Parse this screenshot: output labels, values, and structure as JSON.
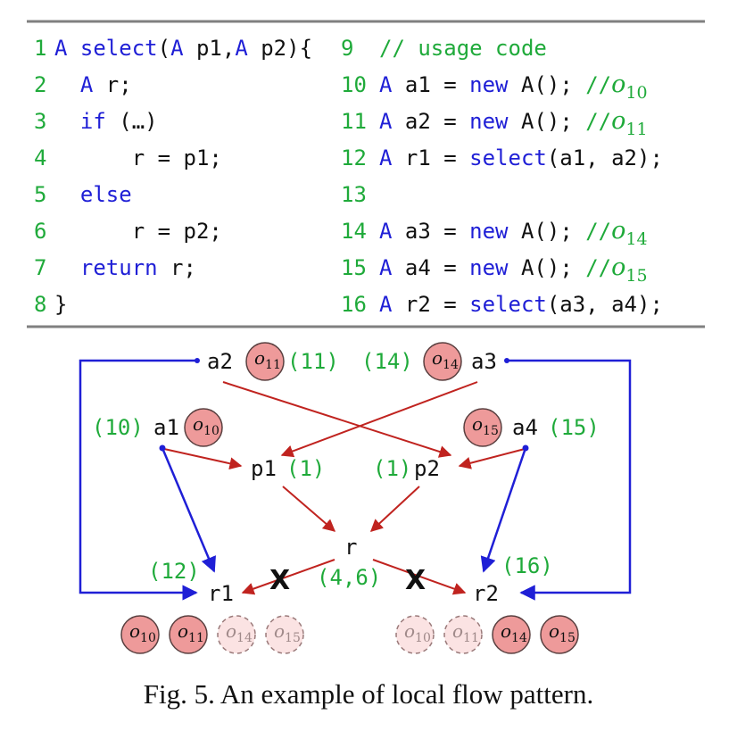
{
  "caption": "Fig. 5.  An example of local flow pattern.",
  "colors": {
    "keyword": "#1f1fd6",
    "line_number": "#1faa3a",
    "comment": "#1faa3a",
    "text": "#111111",
    "red_arrow": "#c0231f",
    "blue_arrow": "#1f1fd6",
    "object_fill": "#ee9a9a",
    "object_faded_fill": "#fbe3e3"
  },
  "code": {
    "left": [
      {
        "num": "1",
        "tokens": [
          {
            "t": "A",
            "c": "kw"
          },
          {
            "t": " "
          },
          {
            "t": "select",
            "c": "kw"
          },
          {
            "t": "("
          },
          {
            "t": "A",
            "c": "kw"
          },
          {
            "t": " p1,"
          },
          {
            "t": "A",
            "c": "kw"
          },
          {
            "t": " p2){"
          }
        ]
      },
      {
        "num": "2",
        "tokens": [
          {
            "t": "  "
          },
          {
            "t": "A",
            "c": "kw"
          },
          {
            "t": " r;"
          }
        ]
      },
      {
        "num": "3",
        "tokens": [
          {
            "t": "  "
          },
          {
            "t": "if",
            "c": "kw"
          },
          {
            "t": " (…)"
          }
        ]
      },
      {
        "num": "4",
        "tokens": [
          {
            "t": "      r = p1;"
          }
        ]
      },
      {
        "num": "5",
        "tokens": [
          {
            "t": "  "
          },
          {
            "t": "else",
            "c": "kw"
          }
        ]
      },
      {
        "num": "6",
        "tokens": [
          {
            "t": "      r = p2;"
          }
        ]
      },
      {
        "num": "7",
        "tokens": [
          {
            "t": "  "
          },
          {
            "t": "return",
            "c": "kw"
          },
          {
            "t": " r;"
          }
        ]
      },
      {
        "num": "8",
        "tokens": [
          {
            "t": "}"
          }
        ]
      }
    ],
    "right": [
      {
        "num": "9",
        "tokens": [
          {
            "t": "// usage code",
            "c": "cm"
          }
        ]
      },
      {
        "num": "10",
        "tokens": [
          {
            "t": "A",
            "c": "kw"
          },
          {
            "t": " a1 = "
          },
          {
            "t": "new",
            "c": "kw"
          },
          {
            "t": " A(); "
          },
          {
            "t": "//",
            "c": "cm"
          }
        ],
        "obj": {
          "base": "o",
          "sub": "10"
        }
      },
      {
        "num": "11",
        "tokens": [
          {
            "t": "A",
            "c": "kw"
          },
          {
            "t": " a2 = "
          },
          {
            "t": "new",
            "c": "kw"
          },
          {
            "t": " A(); "
          },
          {
            "t": "//",
            "c": "cm"
          }
        ],
        "obj": {
          "base": "o",
          "sub": "11"
        }
      },
      {
        "num": "12",
        "tokens": [
          {
            "t": "A",
            "c": "kw"
          },
          {
            "t": " r1 = "
          },
          {
            "t": "select",
            "c": "kw"
          },
          {
            "t": "(a1, a2);"
          }
        ]
      },
      {
        "num": "13",
        "tokens": []
      },
      {
        "num": "14",
        "tokens": [
          {
            "t": "A",
            "c": "kw"
          },
          {
            "t": " a3 = "
          },
          {
            "t": "new",
            "c": "kw"
          },
          {
            "t": " A(); "
          },
          {
            "t": "//",
            "c": "cm"
          }
        ],
        "obj": {
          "base": "o",
          "sub": "14"
        }
      },
      {
        "num": "15",
        "tokens": [
          {
            "t": "A",
            "c": "kw"
          },
          {
            "t": " a4 = "
          },
          {
            "t": "new",
            "c": "kw"
          },
          {
            "t": " A(); "
          },
          {
            "t": "//",
            "c": "cm"
          }
        ],
        "obj": {
          "base": "o",
          "sub": "15"
        }
      },
      {
        "num": "16",
        "tokens": [
          {
            "t": "A",
            "c": "kw"
          },
          {
            "t": " r2 = "
          },
          {
            "t": "select",
            "c": "kw"
          },
          {
            "t": "(a3, a4);"
          }
        ]
      }
    ]
  },
  "graph": {
    "nodes": {
      "a1": {
        "label": "a1",
        "line": "(10)",
        "object": "10"
      },
      "a2": {
        "label": "a2",
        "line": "(11)",
        "object": "11"
      },
      "a3": {
        "label": "a3",
        "line": "(14)",
        "object": "14"
      },
      "a4": {
        "label": "a4",
        "line": "(15)",
        "object": "15"
      },
      "p1": {
        "label": "p1",
        "line": "(1)"
      },
      "p2": {
        "label": "p2",
        "line": "(1)"
      },
      "r": {
        "label": "r",
        "line": "(4,6)"
      },
      "r1": {
        "label": "r1",
        "line": "(12)"
      },
      "r2": {
        "label": "r2",
        "line": "(16)"
      }
    },
    "r1_points_to": [
      {
        "id": "10",
        "faded": false
      },
      {
        "id": "11",
        "faded": false
      },
      {
        "id": "14",
        "faded": true
      },
      {
        "id": "15",
        "faded": true
      }
    ],
    "r2_points_to": [
      {
        "id": "10",
        "faded": true
      },
      {
        "id": "11",
        "faded": true
      },
      {
        "id": "14",
        "faded": false
      },
      {
        "id": "15",
        "faded": false
      }
    ],
    "cut_mark": "X",
    "object_symbol": "o"
  }
}
